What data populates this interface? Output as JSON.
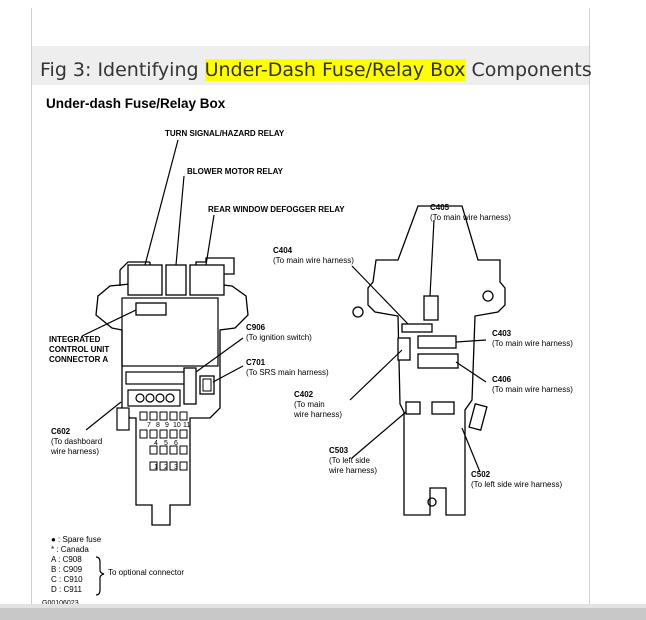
{
  "figure": {
    "caption_prefix": "Fig 3: Identifying ",
    "caption_highlight": "Under-Dash Fuse/Relay Box",
    "caption_suffix": " Components",
    "highlight_color": "#ffff00"
  },
  "diagram": {
    "title": "Under-dash Fuse/Relay Box",
    "labels": {
      "turn_signal": "TURN SIGNAL/HAZARD RELAY",
      "blower": "BLOWER MOTOR RELAY",
      "defogger": "REAR WINDOW DEFOGGER RELAY",
      "icu_1": "INTEGRATED",
      "icu_2": "CONTROL UNIT",
      "icu_3": "CONNECTOR A",
      "c906": "C906",
      "c906_sub": "(To ignition switch)",
      "c701": "C701",
      "c701_sub": "(To SRS main harness)",
      "c602": "C602",
      "c602_sub1": "(To dashboard",
      "c602_sub2": "wire harness)",
      "c405": "C405",
      "c405_sub": "(To main wire harness)",
      "c404": "C404",
      "c404_sub": "(To main wire harness)",
      "c403": "C403",
      "c403_sub": "(To main wire harness)",
      "c406": "C406",
      "c406_sub": "(To main wire harness)",
      "c402": "C402",
      "c402_sub1": "(To main",
      "c402_sub2": "wire harness)",
      "c503": "C503",
      "c503_sub1": "(To left side",
      "c503_sub2": "wire harness)",
      "c502": "C502",
      "c502_sub": "(To left side wire harness)"
    },
    "fuse_rows": {
      "row1": [
        "7",
        "8",
        "9",
        "10",
        "11"
      ],
      "row2": [
        "4",
        "5",
        "6"
      ],
      "row3": [
        "1",
        "2",
        "3"
      ]
    },
    "legend": {
      "spare": "● : Spare fuse",
      "canada": "* : Canada",
      "a": "A : C908",
      "b": "B : C909",
      "c": "C : C910",
      "d": "D : C911",
      "optional": "To optional connector"
    },
    "code": "G00106023"
  }
}
